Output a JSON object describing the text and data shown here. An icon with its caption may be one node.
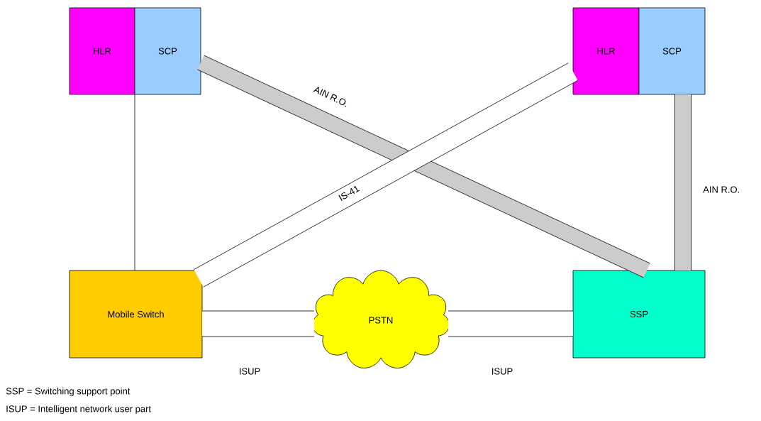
{
  "diagram": {
    "nodes": [
      {
        "text": [
          "HLR"
        ]
      },
      {
        "text": [
          "SCP"
        ]
      },
      {
        "text": [
          "HLR"
        ]
      },
      {
        "text": [
          "SCP"
        ]
      },
      {
        "text": [
          "Mobile Switch"
        ]
      },
      {
        "text": [
          "PSTN"
        ]
      },
      {
        "text": [
          "SSP"
        ]
      }
    ],
    "edges": [
      {
        "from": 0,
        "to": 4,
        "arrow": "none",
        "color": "#000000"
      },
      {
        "from": 1,
        "to": 6,
        "arrow": "none",
        "label": "AIN R.O.",
        "color": "#cccccc"
      },
      {
        "from": 2,
        "to": 4,
        "arrow": "none",
        "label": "IS-41",
        "color": "#ffffff"
      },
      {
        "from": 3,
        "to": 6,
        "arrow": "none",
        "label": "AIN R.O.",
        "color": "#cccccc"
      },
      {
        "from": 4,
        "to": 5,
        "arrow": "none",
        "label": "ISUP",
        "color": "#ffffff"
      },
      {
        "from": 5,
        "to": 6,
        "arrow": "none",
        "label": "ISUP",
        "color": "#ffffff"
      }
    ],
    "labels": [
      "SSP = Switching support point",
      "ISUP = Intelligent network user part"
    ]
  }
}
